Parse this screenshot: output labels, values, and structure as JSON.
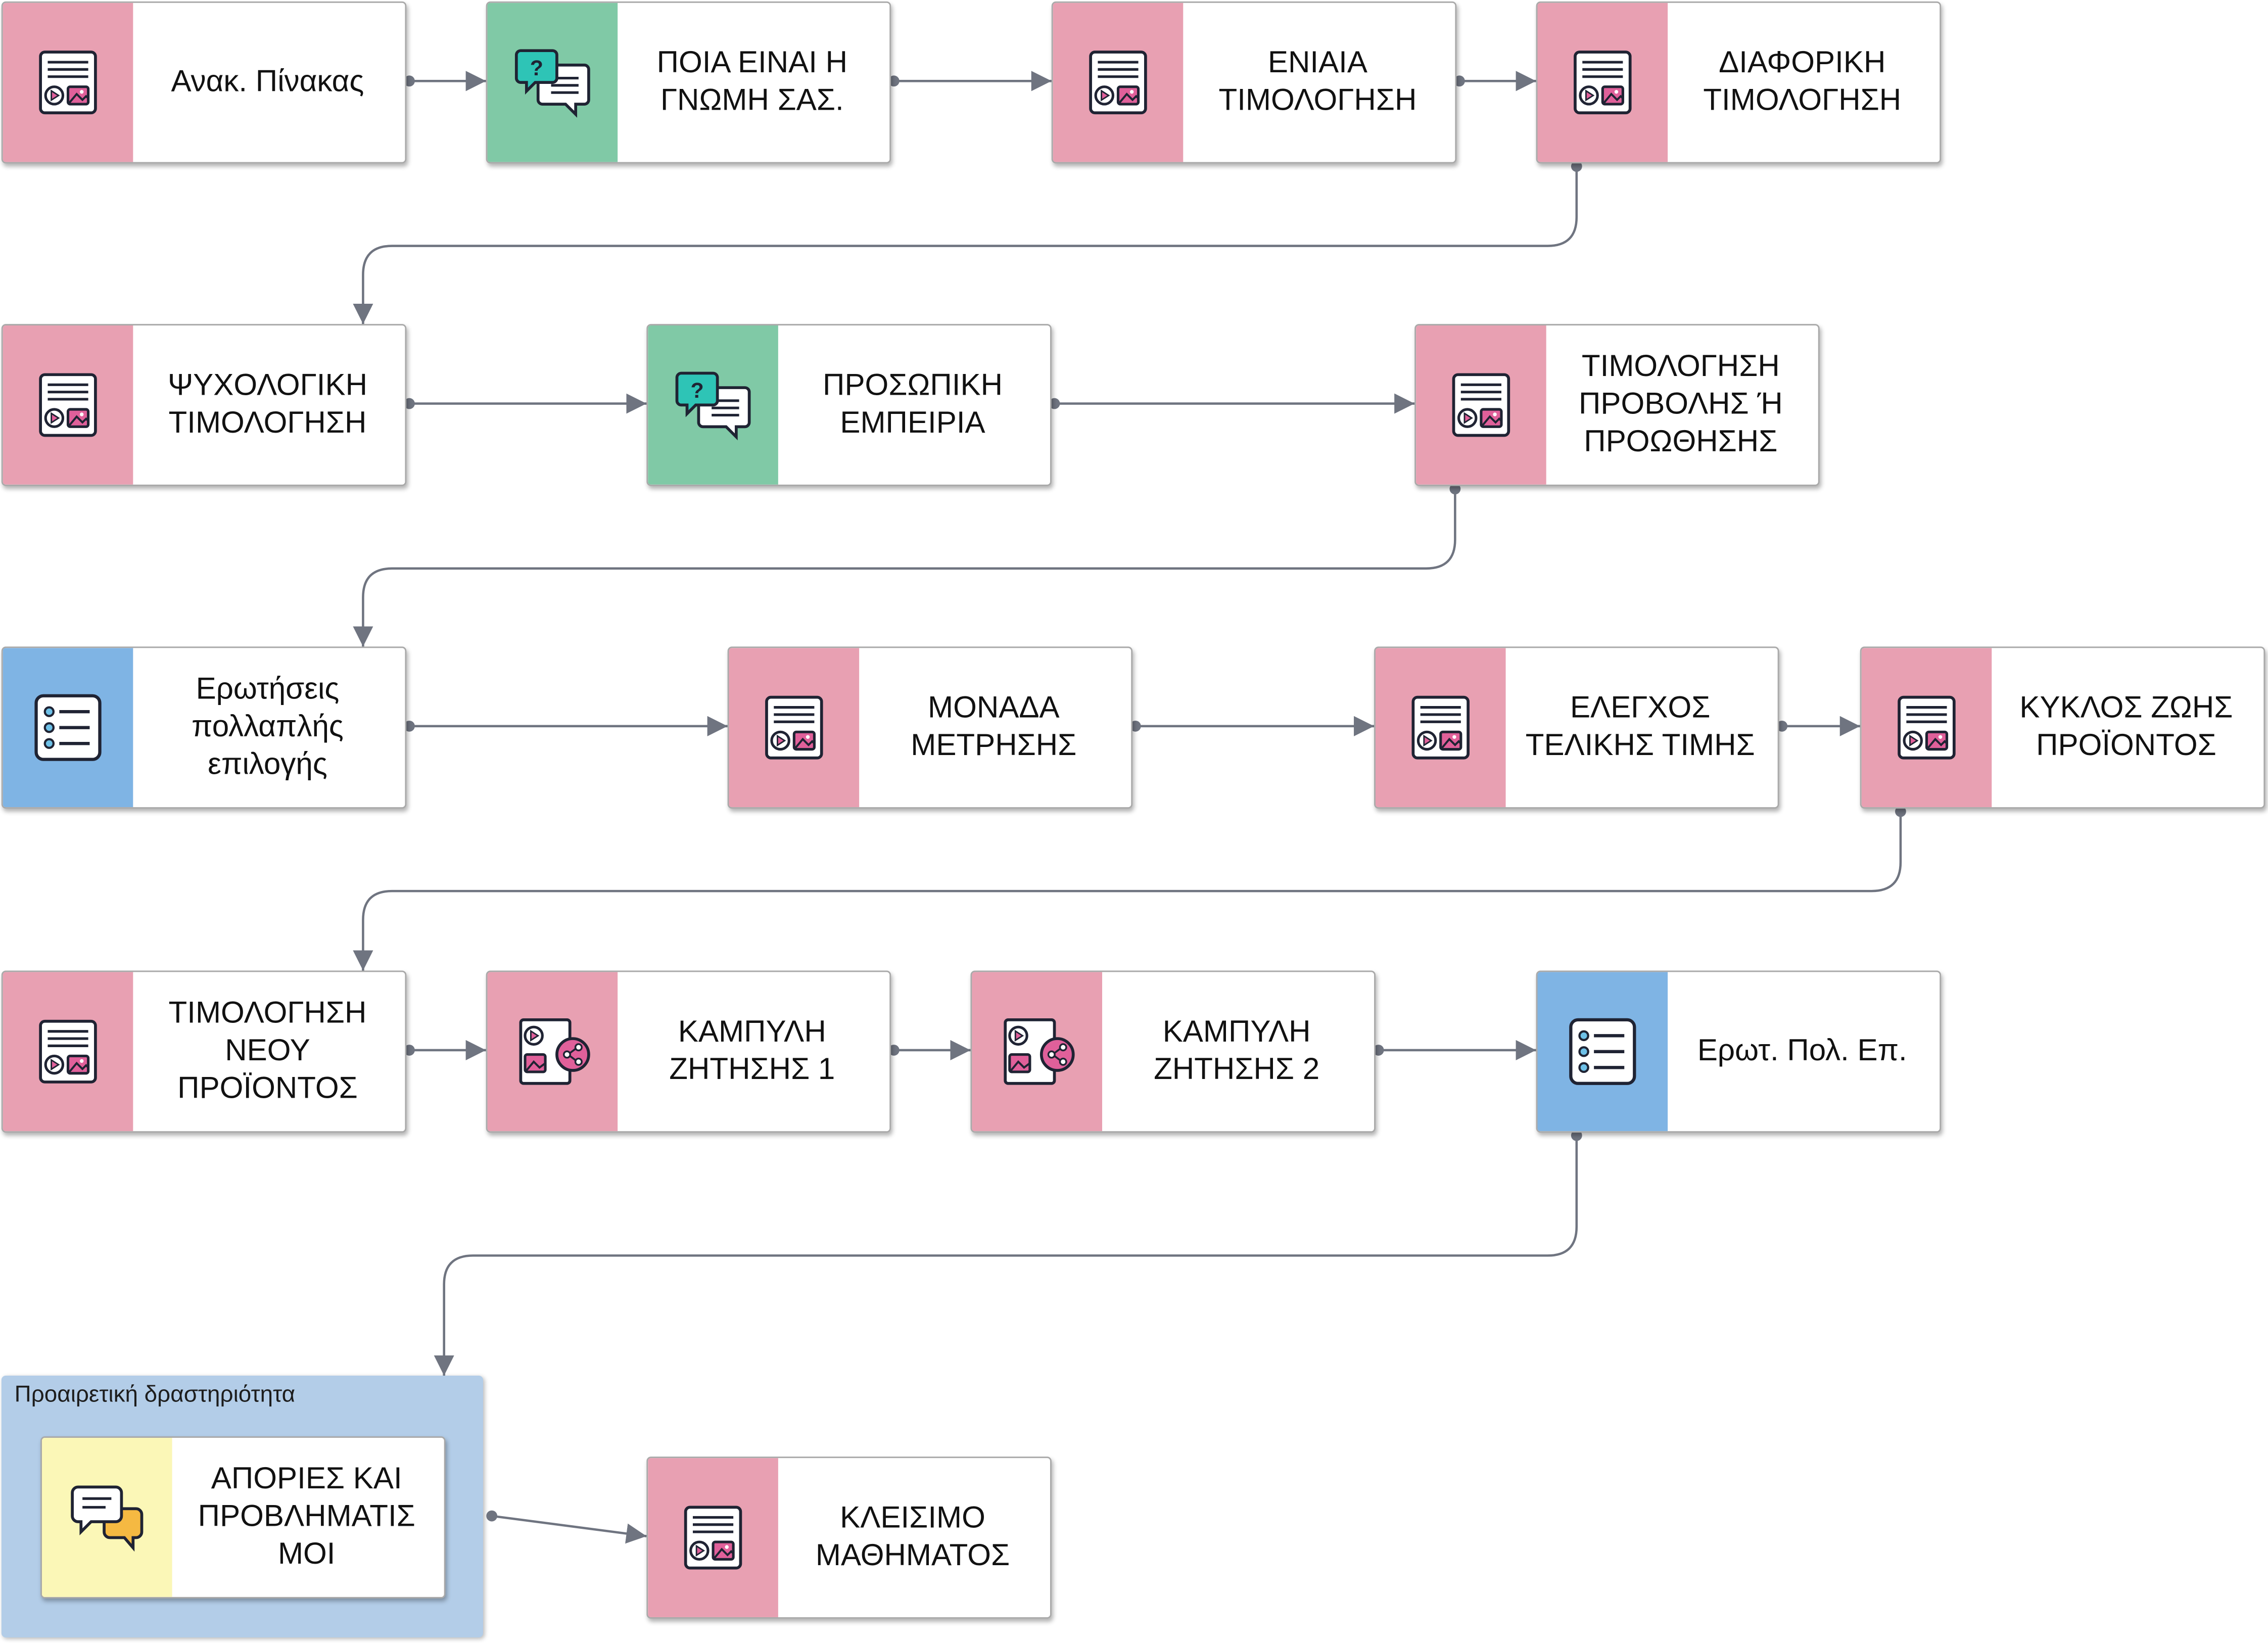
{
  "colors": {
    "pink": "#e8a0b2",
    "green": "#80c9a6",
    "blue": "#7fb4e4",
    "yellow": "#fbf7b7",
    "group_bg": "#b3cde8",
    "connector": "#6f7480"
  },
  "group": {
    "label": "Προαιρετική δραστηριότητα"
  },
  "nodes": [
    {
      "id": "n1",
      "label": "Ανακ. Πίνακας",
      "icon": "presentation-icon",
      "color": "pink"
    },
    {
      "id": "n2",
      "label": "ΠΟΙΑ ΕΙΝΑΙ Η\nΓΝΩΜΗ ΣΑΣ.",
      "icon": "chat-question-icon",
      "color": "green"
    },
    {
      "id": "n3",
      "label": "ΕΝΙΑΙΑ\nΤΙΜΟΛΟΓΗΣΗ",
      "icon": "presentation-icon",
      "color": "pink"
    },
    {
      "id": "n4",
      "label": "ΔΙΑΦΟΡΙΚΗ\nΤΙΜΟΛΟΓΗΣΗ",
      "icon": "presentation-icon",
      "color": "pink"
    },
    {
      "id": "n5",
      "label": "ΨΥΧΟΛΟΓΙΚΗ\nΤΙΜΟΛΟΓΗΣΗ",
      "icon": "presentation-icon",
      "color": "pink"
    },
    {
      "id": "n6",
      "label": "ΠΡΟΣΩΠΙΚΗ\nΕΜΠΕΙΡΙΑ",
      "icon": "chat-question-icon",
      "color": "green"
    },
    {
      "id": "n7",
      "label": "ΤΙΜΟΛΟΓΗΣΗ\nΠΡΟΒΟΛΗΣ Ή\nΠΡΟΩΘΗΣΗΣ",
      "icon": "presentation-icon",
      "color": "pink"
    },
    {
      "id": "n8",
      "label": "Ερωτήσεις\nπολλαπλής\nεπιλογής",
      "icon": "checklist-icon",
      "color": "blue"
    },
    {
      "id": "n9",
      "label": "ΜΟΝΑΔΑ\nΜΕΤΡΗΣΗΣ",
      "icon": "presentation-icon",
      "color": "pink"
    },
    {
      "id": "n10",
      "label": "ΕΛΕΓΧΟΣ\nΤΕΛΙΚΗΣ ΤΙΜΗΣ",
      "icon": "presentation-icon",
      "color": "pink"
    },
    {
      "id": "n11",
      "label": "ΚΥΚΛΟΣ ΖΩΗΣ\nΠΡΟΪΟΝΤΟΣ",
      "icon": "presentation-icon",
      "color": "pink"
    },
    {
      "id": "n12",
      "label": "ΤΙΜΟΛΟΓΗΣΗ\nΝΕΟΥ\nΠΡΟΪΟΝΤΟΣ",
      "icon": "presentation-icon",
      "color": "pink"
    },
    {
      "id": "n13",
      "label": "ΚΑΜΠΥΛΗ\nΖΗΤΗΣΗΣ 1",
      "icon": "media-share-icon",
      "color": "pink"
    },
    {
      "id": "n14",
      "label": "ΚΑΜΠΥΛΗ\nΖΗΤΗΣΗΣ 2",
      "icon": "media-share-icon",
      "color": "pink"
    },
    {
      "id": "n15",
      "label": "Ερωτ. Πολ. Επ.",
      "icon": "checklist-icon",
      "color": "blue"
    },
    {
      "id": "n16",
      "label": "ΑΠΟΡΙΕΣ ΚΑΙ\nΠΡΟΒΛΗΜΑΤΙΣ\nΜΟΙ",
      "icon": "chat-bubbles-icon",
      "color": "yellow"
    },
    {
      "id": "n17",
      "label": "ΚΛΕΙΣΙΜΟ\nΜΑΘΗΜΑΤΟΣ",
      "icon": "presentation-icon",
      "color": "pink"
    }
  ],
  "edges": [
    [
      "n1",
      "n2"
    ],
    [
      "n2",
      "n3"
    ],
    [
      "n3",
      "n4"
    ],
    [
      "n4",
      "n5"
    ],
    [
      "n5",
      "n6"
    ],
    [
      "n6",
      "n7"
    ],
    [
      "n7",
      "n8"
    ],
    [
      "n8",
      "n9"
    ],
    [
      "n9",
      "n10"
    ],
    [
      "n10",
      "n11"
    ],
    [
      "n11",
      "n12"
    ],
    [
      "n12",
      "n13"
    ],
    [
      "n13",
      "n14"
    ],
    [
      "n14",
      "n15"
    ],
    [
      "n15",
      "n16"
    ],
    [
      "n16",
      "n17"
    ]
  ]
}
